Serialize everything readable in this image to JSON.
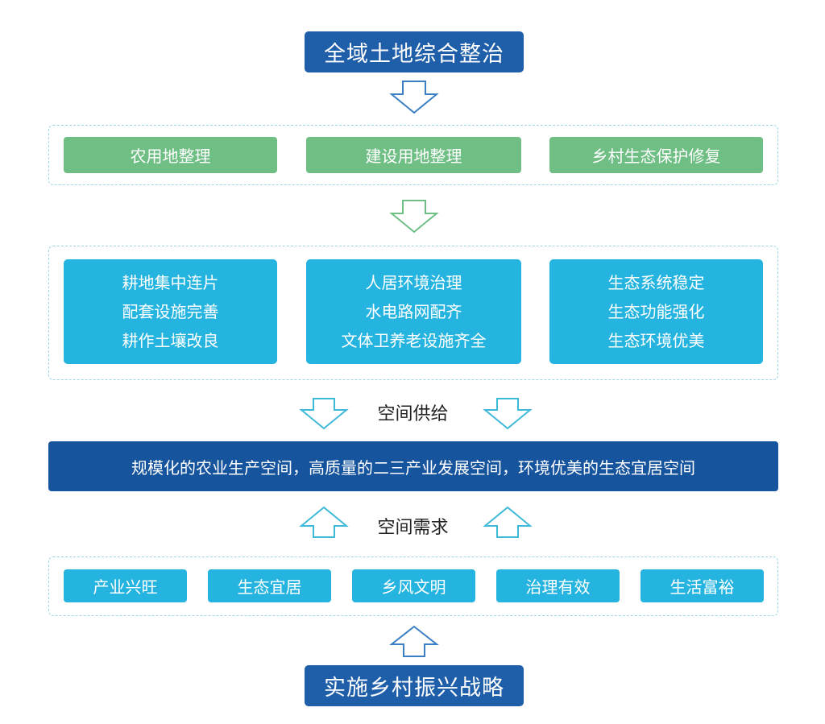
{
  "top_title": "全域土地综合整治",
  "bottom_title": "实施乡村振兴战略",
  "row1": [
    "农用地整理",
    "建设用地整理",
    "乡村生态保护修复"
  ],
  "row2": [
    [
      "耕地集中连片",
      "配套设施完善",
      "耕作土壤改良"
    ],
    [
      "人居环境治理",
      "水电路网配齐",
      "文体卫养老设施齐全"
    ],
    [
      "生态系统稳定",
      "生态功能强化",
      "生态环境优美"
    ]
  ],
  "supply_label": "空间供给",
  "banner": "规模化的农业生产空间，高质量的二三产业发展空间，环境优美的生态宜居空间",
  "demand_label": "空间需求",
  "row3": [
    "产业兴旺",
    "生态宜居",
    "乡风文明",
    "治理有效",
    "生活富裕"
  ],
  "colors": {
    "dark_blue": "#1f5ea8",
    "banner_blue": "#17549e",
    "green": "#6fbe84",
    "cyan": "#25b4df",
    "dashed_border": "#9fd6e6",
    "arrow_blue": "#3a7fc4",
    "arrow_green": "#6fbe84",
    "arrow_cyan": "#3fb9d8"
  }
}
